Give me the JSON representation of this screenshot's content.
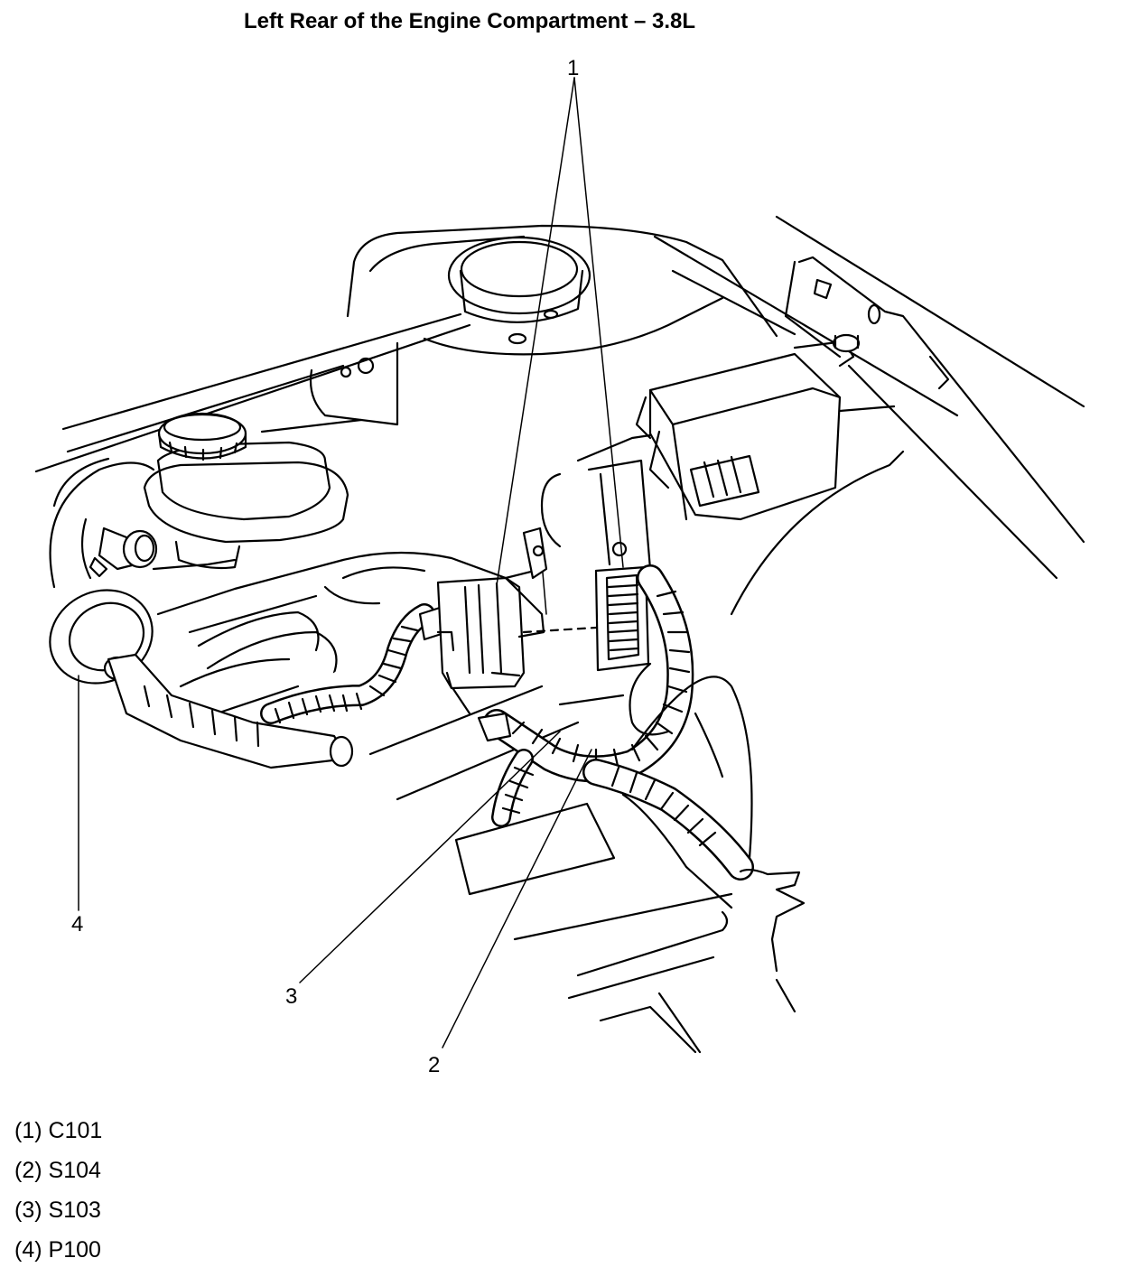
{
  "title": "Left Rear of the Engine Compartment – 3.8L",
  "callouts": {
    "c1": "1",
    "c2": "2",
    "c3": "3",
    "c4": "4"
  },
  "legend": [
    {
      "num": "(1)",
      "label": "C101"
    },
    {
      "num": "(2)",
      "label": "S104"
    },
    {
      "num": "(3)",
      "label": "S103"
    },
    {
      "num": "(4)",
      "label": "P100"
    }
  ]
}
